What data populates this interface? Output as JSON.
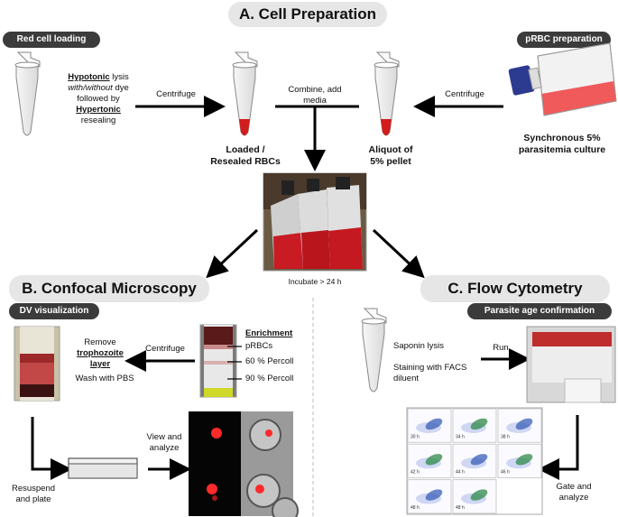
{
  "sections": {
    "a_title": "A. Cell Preparation",
    "b_title": "B. Confocal Microscopy",
    "c_title": "C. Flow Cytometry"
  },
  "tags": {
    "red_cell_loading": "Red cell loading",
    "prbc_preparation": "pRBC preparation",
    "dv_visualization": "DV visualization",
    "parasite_age": "Parasite age confirmation"
  },
  "panel_a": {
    "lysis_1": "Hypotonic",
    "lysis_2": " lysis",
    "lysis_3": "with/without",
    "lysis_4": " dye",
    "lysis_5": "followed by",
    "lysis_6": "Hypertonic",
    "lysis_7": "resealing",
    "centrifuge_left": "Centrifuge",
    "combine": "Combine, add media",
    "centrifuge_right": "Centrifuge",
    "loaded": "Loaded / Resealed RBCs",
    "aliquot": "Aliquot of 5% pellet",
    "synchronous": "Synchronous 5% parasitemia culture",
    "incubate": "Incubate > 24 h"
  },
  "panel_b": {
    "enrichment": "Enrichment",
    "prbcs": "pRBCs",
    "percoll_60": "60 % Percoll",
    "percoll_90": "90 % Percoll",
    "centrifuge": "Centrifuge",
    "remove": "Remove",
    "trophozoite": "trophozoite layer",
    "wash": "Wash with PBS",
    "resuspend": "Resuspend and plate",
    "view": "View and analyze"
  },
  "panel_c": {
    "saponin": "Saponin lysis",
    "staining": "Staining with FACS diluent",
    "run": "Run",
    "gate": "Gate and analyze",
    "hours": [
      "30 h",
      "34 h",
      "38 h",
      "42 h",
      "44 h",
      "46 h",
      "48 h",
      "48 h"
    ]
  },
  "colors": {
    "section_bg": "#e6e6e6",
    "tag_bg": "#3b3b3b",
    "blood_red": "#d31c1c",
    "arrow": "#000000"
  }
}
